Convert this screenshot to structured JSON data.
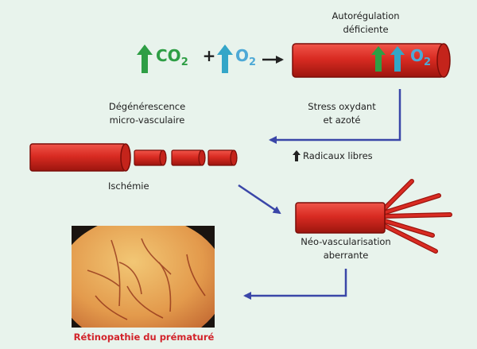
{
  "top": {
    "autoregulation_line1": "Autorégulation",
    "autoregulation_line2": "déficiente",
    "co2": "CO",
    "co2_sub": "2",
    "plus": "+",
    "o2_left": "O",
    "o2_left_sub": "2",
    "o2_right": "O",
    "o2_right_sub": "2"
  },
  "stress": {
    "line1": "Stress oxydant",
    "line2": "et azoté",
    "radicaux": "Radicaux libres"
  },
  "degeneration": {
    "line1": "Dégénérescence",
    "line2": "micro-vasculaire",
    "ischemie": "Ischémie"
  },
  "neovasc": {
    "line1": "Néo-vascularisation",
    "line2": "aberrante"
  },
  "retina": {
    "caption": "Rétinopathie du prématuré"
  },
  "colors": {
    "background": "#e8f3ec",
    "vessel": "#d92b22",
    "vessel_dark": "#7a0d08",
    "green_arrow": "#2e9e45",
    "cyan_arrow": "#34a6c8",
    "blue_arrow": "#3a46a8",
    "o2_text": "#4ea9d6",
    "caption_red": "#d2232a"
  }
}
